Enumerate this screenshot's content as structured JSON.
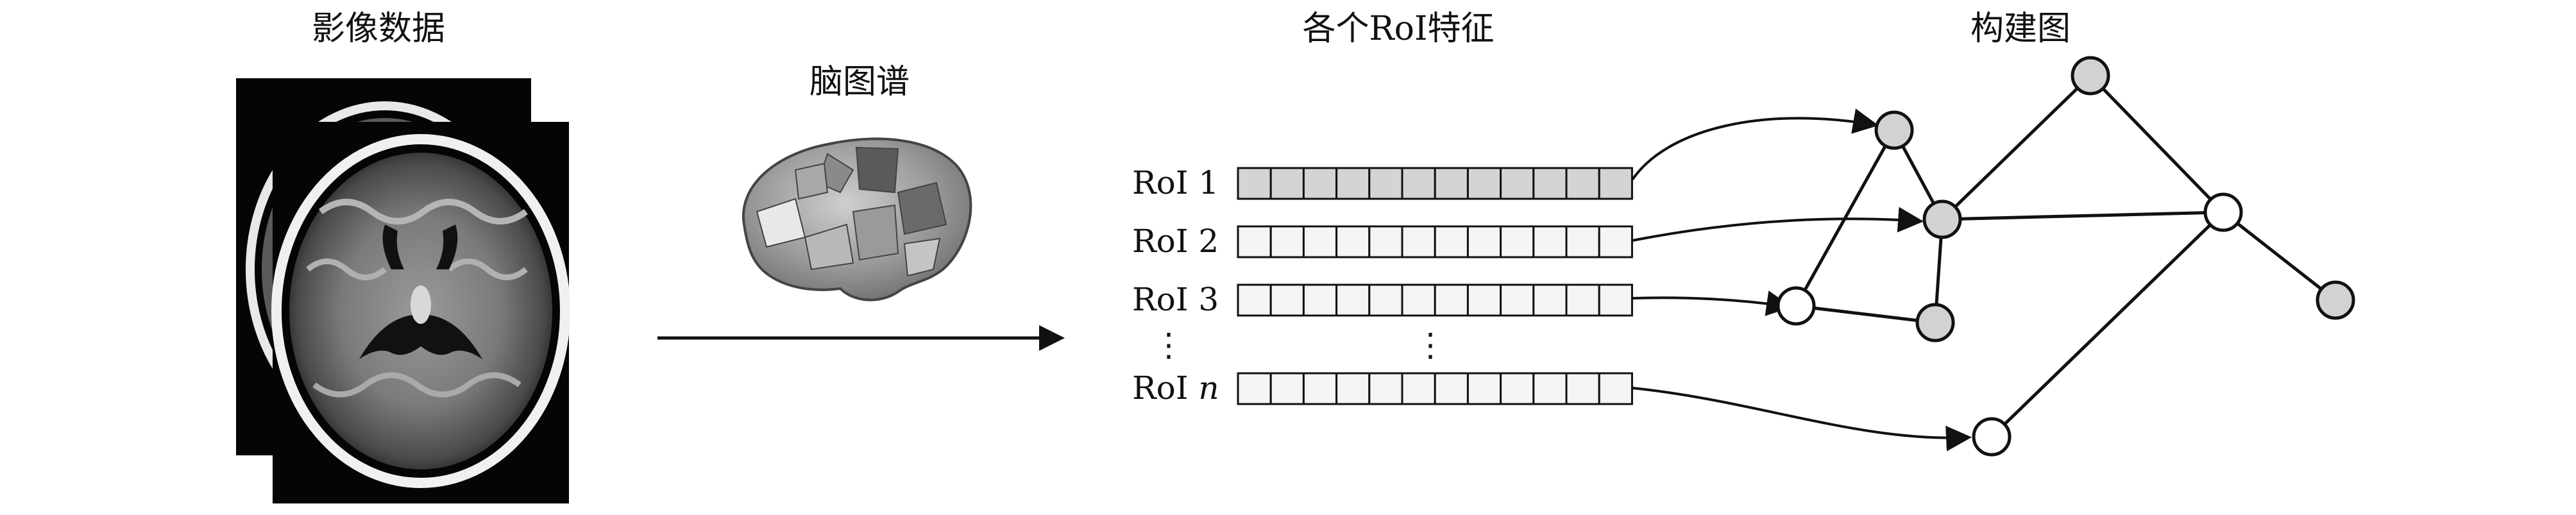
{
  "titles": {
    "imaging": "影像数据",
    "atlas": "脑图谱",
    "roi_features": "各个RoI特征",
    "build_graph": "构建图"
  },
  "roi_rows": [
    {
      "label": "RoI 1",
      "filled": true
    },
    {
      "label": "RoI 2",
      "filled": false
    },
    {
      "label": "RoI 3",
      "filled": false
    },
    {
      "label": "RoI n",
      "filled": false
    }
  ],
  "ellipsis": "⋮",
  "colors": {
    "stroke": "#111111",
    "cell_filled": "#d4d4d4",
    "cell_empty": "#f5f5f5",
    "node_gray": "#d2d2d2",
    "node_white": "#ffffff",
    "mri_background": "#050505"
  },
  "icons": [
    "mri-scan-stack-image",
    "brain-atlas-image",
    "right-arrow-icon"
  ]
}
